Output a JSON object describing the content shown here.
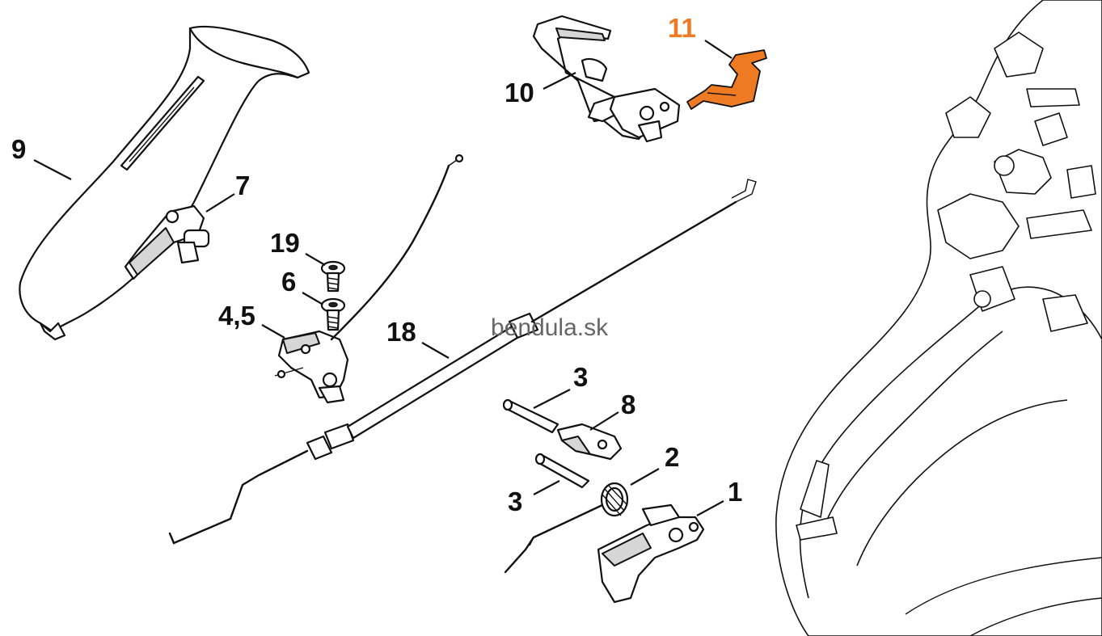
{
  "watermark": "bendula.sk",
  "accent_color": "#ee7a22",
  "callouts": {
    "p1": "1",
    "p2": "2",
    "p3a": "3",
    "p3b": "3",
    "p45": "4,5",
    "p6": "6",
    "p7": "7",
    "p8": "8",
    "p9": "9",
    "p10": "10",
    "p11": "11",
    "p18": "18",
    "p19": "19"
  },
  "highlighted_part": "11"
}
